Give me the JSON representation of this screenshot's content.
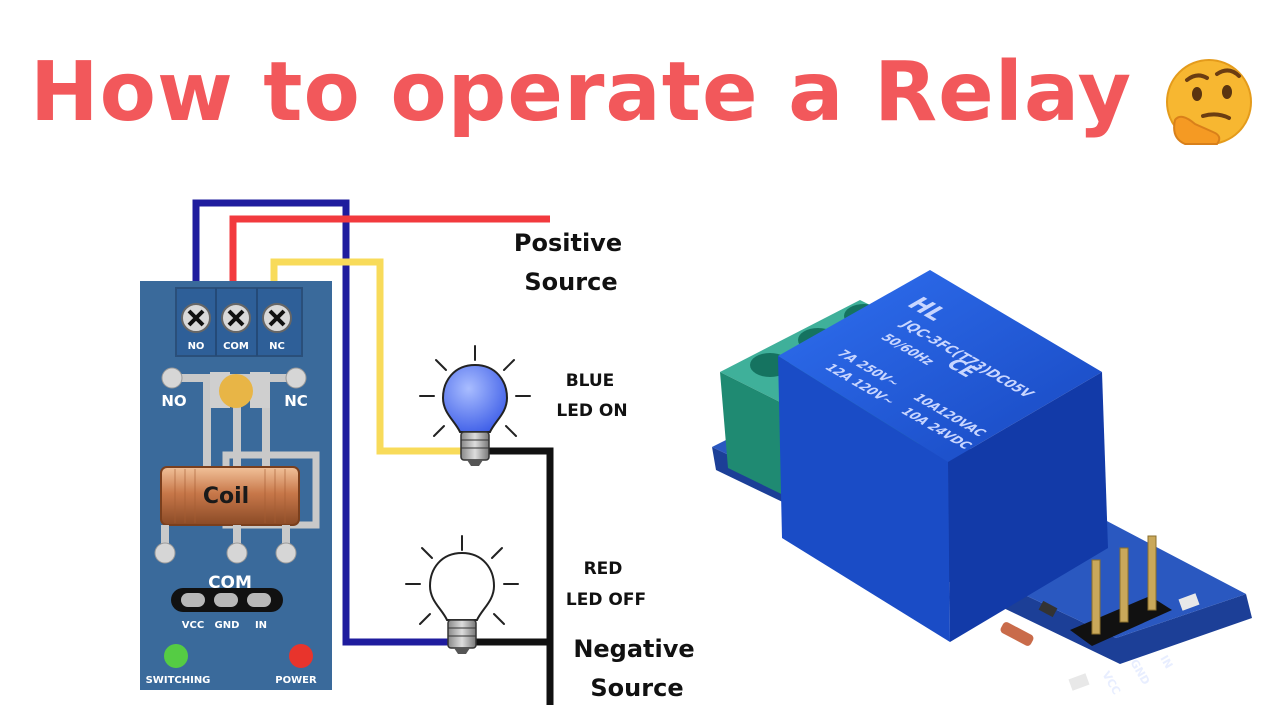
{
  "title": "How to operate a Relay",
  "title_emoji": "thinking-face-icon",
  "colors": {
    "title": "#f2585b",
    "board": "#3a6a9b",
    "wire_blue": "#1f1c9e",
    "wire_red": "#f23a3e",
    "wire_yellow": "#f8db5a",
    "wire_black": "#111111",
    "led_switching": "#55cc44",
    "led_power": "#e8342c",
    "bulb_blue": "#4d6cf0",
    "relay_blue": "#1c4fd1"
  },
  "board": {
    "terminals": [
      "NO",
      "COM",
      "NC"
    ],
    "contact_no": "NO",
    "contact_nc": "NC",
    "coil": "Coil",
    "com": "COM",
    "pins": [
      "VCC",
      "GND",
      "IN"
    ],
    "led_switching": "SWITCHING",
    "led_power": "POWER"
  },
  "labels": {
    "positive": [
      "Positive",
      "Source"
    ],
    "blue_led": [
      "BLUE",
      "LED ON"
    ],
    "red_led": [
      "RED",
      "LED OFF"
    ],
    "negative": [
      "Negative",
      "Source"
    ]
  },
  "relay_photo": {
    "brand": "HL",
    "model": "JQC-3FC(T73)DC05V",
    "freq": "50/60Hz",
    "rating_left": [
      "7A 250V~",
      "12A 120V~"
    ],
    "rating_right": [
      "10A120VAC",
      "10A 24VDC"
    ],
    "ce": "CE",
    "pin_labels": [
      "IN",
      "GND",
      "VCC"
    ]
  }
}
